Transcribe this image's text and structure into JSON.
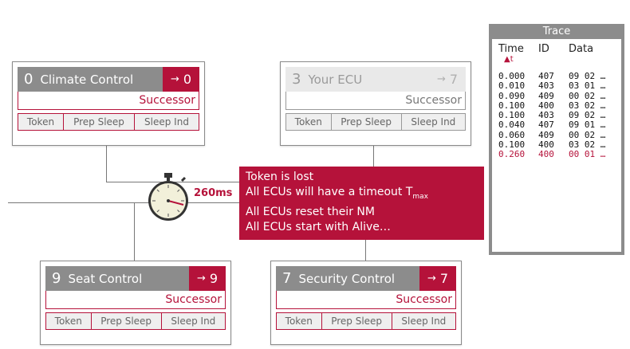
{
  "ecus": [
    {
      "number": "0",
      "name": "Climate Control",
      "successor_arrow": "→",
      "successor": "0",
      "successor_label": "Successor",
      "buttons": [
        "Token",
        "Prep Sleep",
        "Sleep Ind"
      ]
    },
    {
      "number": "3",
      "name": "Your ECU",
      "successor_arrow": "→",
      "successor": "7",
      "successor_label": "Successor",
      "buttons": [
        "Token",
        "Prep Sleep",
        "Sleep Ind"
      ]
    },
    {
      "number": "9",
      "name": "Seat Control",
      "successor_arrow": "→",
      "successor": "9",
      "successor_label": "Successor",
      "buttons": [
        "Token",
        "Prep Sleep",
        "Sleep Ind"
      ]
    },
    {
      "number": "7",
      "name": "Security Control",
      "successor_arrow": "→",
      "successor": "7",
      "successor_label": "Successor",
      "buttons": [
        "Token",
        "Prep Sleep",
        "Sleep Ind"
      ]
    }
  ],
  "timer": {
    "label": "260ms"
  },
  "message": {
    "line1": "Token is lost",
    "line2_main": "All ECUs will have a timeout T",
    "line2_sub": "max",
    "line3": "All ECUs reset their NM",
    "line4": "All ECUs start with Alive…"
  },
  "trace": {
    "title": "Trace",
    "columns": {
      "time": "Time",
      "id": "ID",
      "data": "Data",
      "sort_indicator": "▲t"
    },
    "rows": [
      {
        "time": "0.000",
        "id": "407",
        "data": "09 02 …"
      },
      {
        "time": "0.010",
        "id": "403",
        "data": "03 01 …"
      },
      {
        "time": "0.090",
        "id": "409",
        "data": "00 02 …"
      },
      {
        "time": "0.100",
        "id": "400",
        "data": "03 02 …"
      },
      {
        "time": "0.100",
        "id": "403",
        "data": "09 02 …"
      },
      {
        "time": "0.040",
        "id": "407",
        "data": "09 01 …"
      },
      {
        "time": "0.060",
        "id": "409",
        "data": "00 02 …"
      },
      {
        "time": "0.100",
        "id": "400",
        "data": "03 02 …"
      },
      {
        "time": "0.260",
        "id": "400",
        "data": "00 01 …",
        "highlight": true
      }
    ]
  },
  "colors": {
    "accent": "#b5123a",
    "header_gray": "#8c8c8c",
    "faded": "#e9e9e9"
  }
}
